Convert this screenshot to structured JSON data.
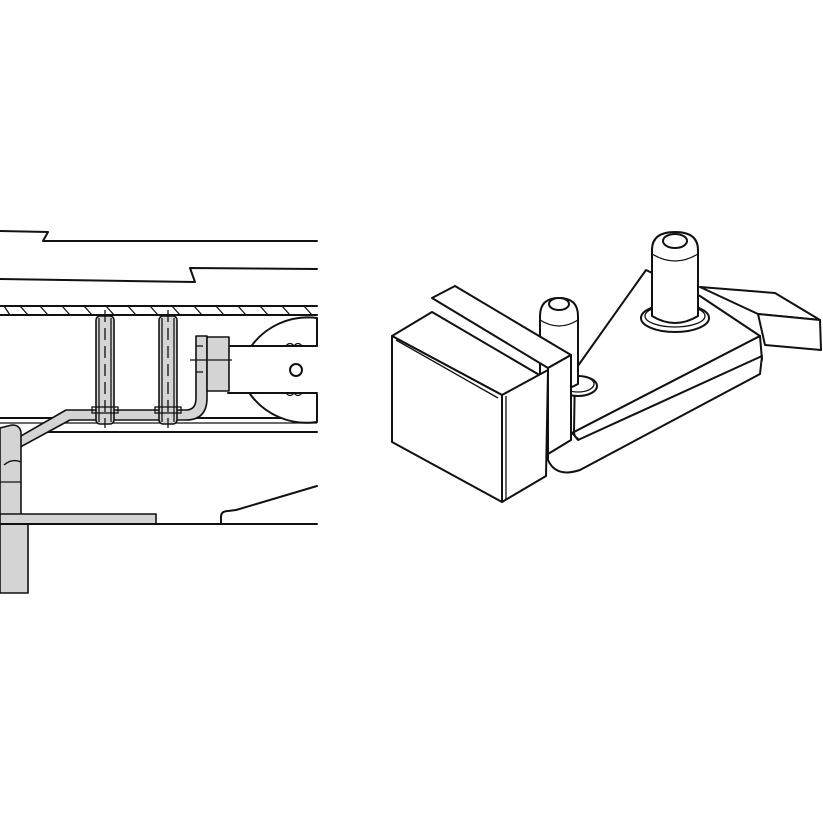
{
  "figure": {
    "type": "technical-drawing",
    "background_color": "#ffffff",
    "line_color": "#111111",
    "fill_gray": "#d4d4d4",
    "panels": [
      {
        "id": "cross-section",
        "view": "side section view",
        "position": "left",
        "components": [
          "hatched-plate",
          "stud-1",
          "stud-2",
          "bent-bracket",
          "clamp-block",
          "roller-wheel",
          "support-post",
          "base-flange",
          "upper-panel-lines",
          "lower-rail-lines"
        ]
      },
      {
        "id": "isometric-view",
        "view": "isometric",
        "position": "right",
        "components": [
          "square-block",
          "block-lip",
          "bent-bracket",
          "short-pin",
          "tall-pin",
          "flat-plate",
          "tab-wedge"
        ]
      }
    ]
  }
}
